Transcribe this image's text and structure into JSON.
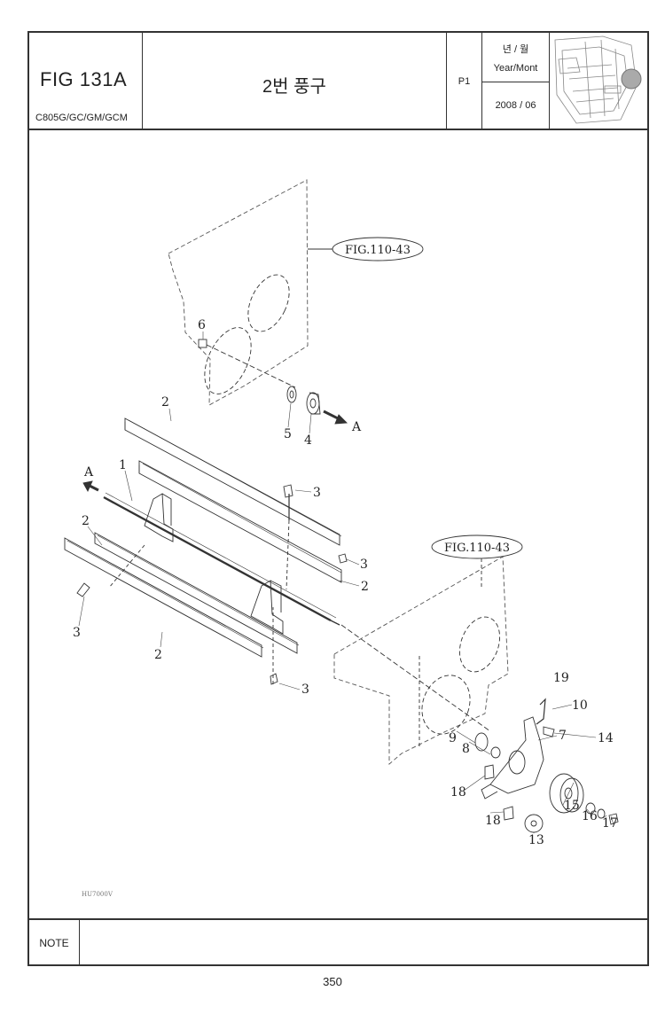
{
  "header": {
    "fig_no": "FIG 131A",
    "models": "C805G/GC/GM/GCM",
    "title": "2번 풍구",
    "page": "P1",
    "date_label_ko": "년 / 월",
    "date_label_en": "Year/Mont",
    "date_value": "2008 / 06",
    "thumbnail_icon": "machine-thumbnail-icon"
  },
  "diagram": {
    "references": [
      "FIG.110-43",
      "FIG.110-43"
    ],
    "arrow_labels": [
      "A",
      "A"
    ],
    "callouts": [
      "1",
      "2",
      "2",
      "2",
      "2",
      "3",
      "3",
      "3",
      "3",
      "4",
      "5",
      "6",
      "7",
      "8",
      "9",
      "10",
      "13",
      "14",
      "15",
      "16",
      "17",
      "18",
      "18",
      "19"
    ],
    "drawing_code": "HU7000V"
  },
  "footer": {
    "note_label": "NOTE",
    "page_number": "350"
  }
}
